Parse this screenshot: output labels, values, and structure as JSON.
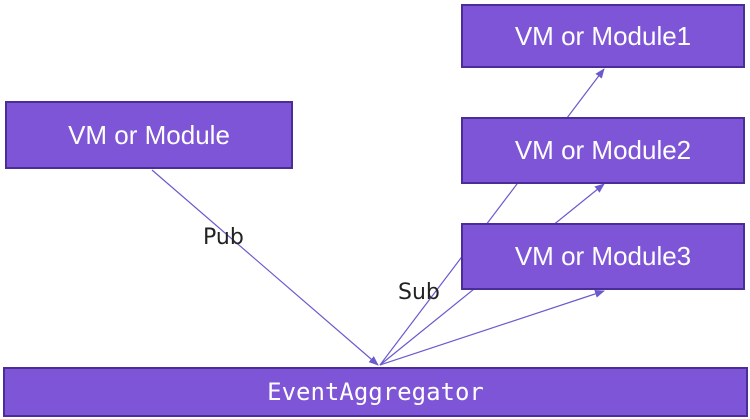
{
  "publisher": {
    "label": "VM or Module"
  },
  "subscribers": [
    {
      "label": "VM or Module1"
    },
    {
      "label": "VM or Module2"
    },
    {
      "label": "VM or Module3"
    }
  ],
  "aggregator": {
    "label": "EventAggregator"
  },
  "edges": {
    "pub_label": "Pub",
    "sub_label": "Sub"
  },
  "colors": {
    "box_fill": "#7d55d6",
    "box_border": "#4a2d99",
    "arrow": "#6a5acd",
    "box_text": "#ffffff"
  }
}
